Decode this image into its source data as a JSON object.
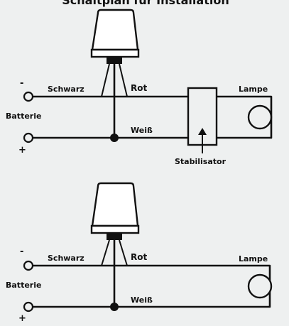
{
  "title": "Schaltplan für Installation",
  "top": {
    "label_black": "Schwarz",
    "label_red": "Rot",
    "label_white": "Weiß",
    "label_battery": "Batterie",
    "label_lamp": "Lampe",
    "label_stabilizer": "Stabilisator",
    "minus": "-",
    "plus": "+"
  },
  "bottom": {
    "label_black": "Schwarz",
    "label_red": "Rot",
    "label_white": "Weiß",
    "label_battery": "Batterie",
    "label_lamp": "Lampe",
    "minus": "-",
    "plus": "+"
  }
}
